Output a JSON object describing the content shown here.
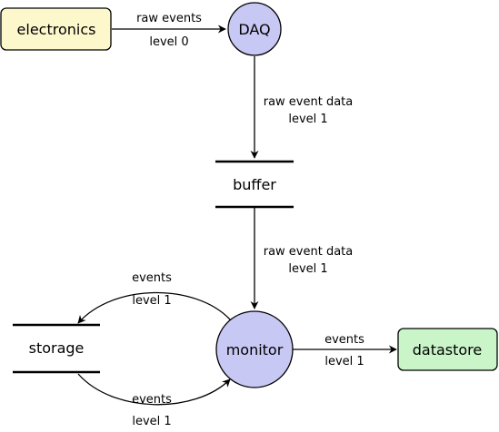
{
  "nodes": {
    "electronics": "electronics",
    "daq": "DAQ",
    "buffer": "buffer",
    "storage": "storage",
    "monitor": "monitor",
    "datastore": "datastore"
  },
  "edges": {
    "electronics_daq": {
      "top": "raw events",
      "bottom": "level 0"
    },
    "daq_buffer": {
      "top": "raw event data",
      "bottom": "level 1"
    },
    "buffer_monitor": {
      "top": "raw event data",
      "bottom": "level 1"
    },
    "monitor_storage": {
      "top": "events",
      "bottom": "level 1"
    },
    "storage_monitor": {
      "top": "events",
      "bottom": "level 1"
    },
    "monitor_datastore": {
      "top": "events",
      "bottom": "level 1"
    }
  },
  "colors": {
    "electronics_fill": "#fdf8cc",
    "daq_fill": "#c8c8f5",
    "monitor_fill": "#c8c8f5",
    "datastore_fill": "#c9f5c9",
    "stroke": "#000000"
  }
}
